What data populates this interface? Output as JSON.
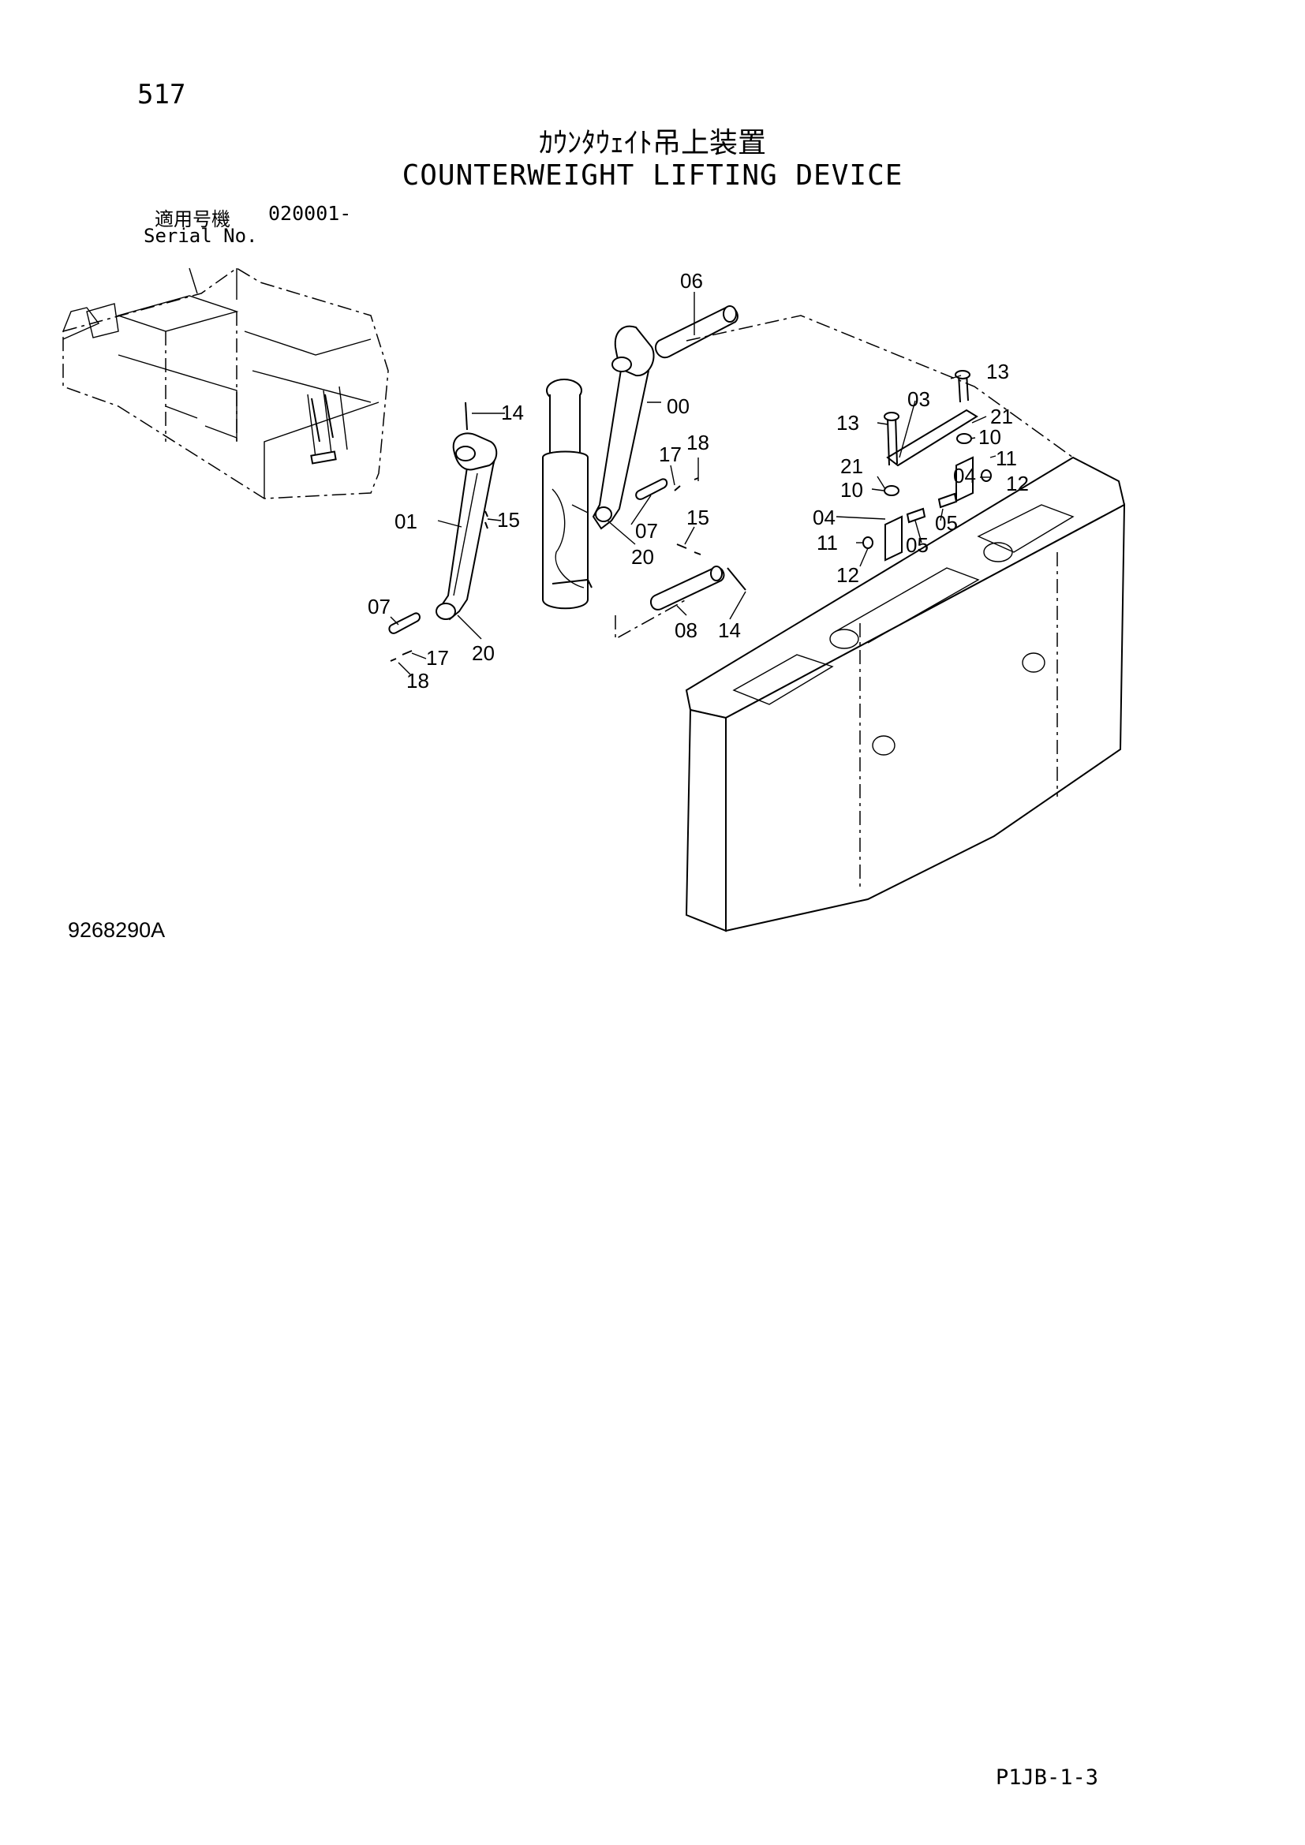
{
  "header": {
    "page_number": "517",
    "title_jp": "ｶｳﾝﾀｳｪｲﾄ吊上装置",
    "title_en": "COUNTERWEIGHT LIFTING DEVICE"
  },
  "serial": {
    "label_jp": "適用号機",
    "value": "020001-",
    "label_en": "Serial No."
  },
  "footer": {
    "drawing_number": "9268290A",
    "sheet_code": "P1JB-1-3"
  },
  "callouts": [
    "06",
    "13",
    "00",
    "14",
    "03",
    "21",
    "13",
    "17",
    "18",
    "10",
    "21",
    "11",
    "10",
    "04",
    "12",
    "15",
    "01",
    "07",
    "15",
    "04",
    "05",
    "11",
    "05",
    "20",
    "12",
    "07",
    "08",
    "14",
    "20",
    "17",
    "18"
  ]
}
